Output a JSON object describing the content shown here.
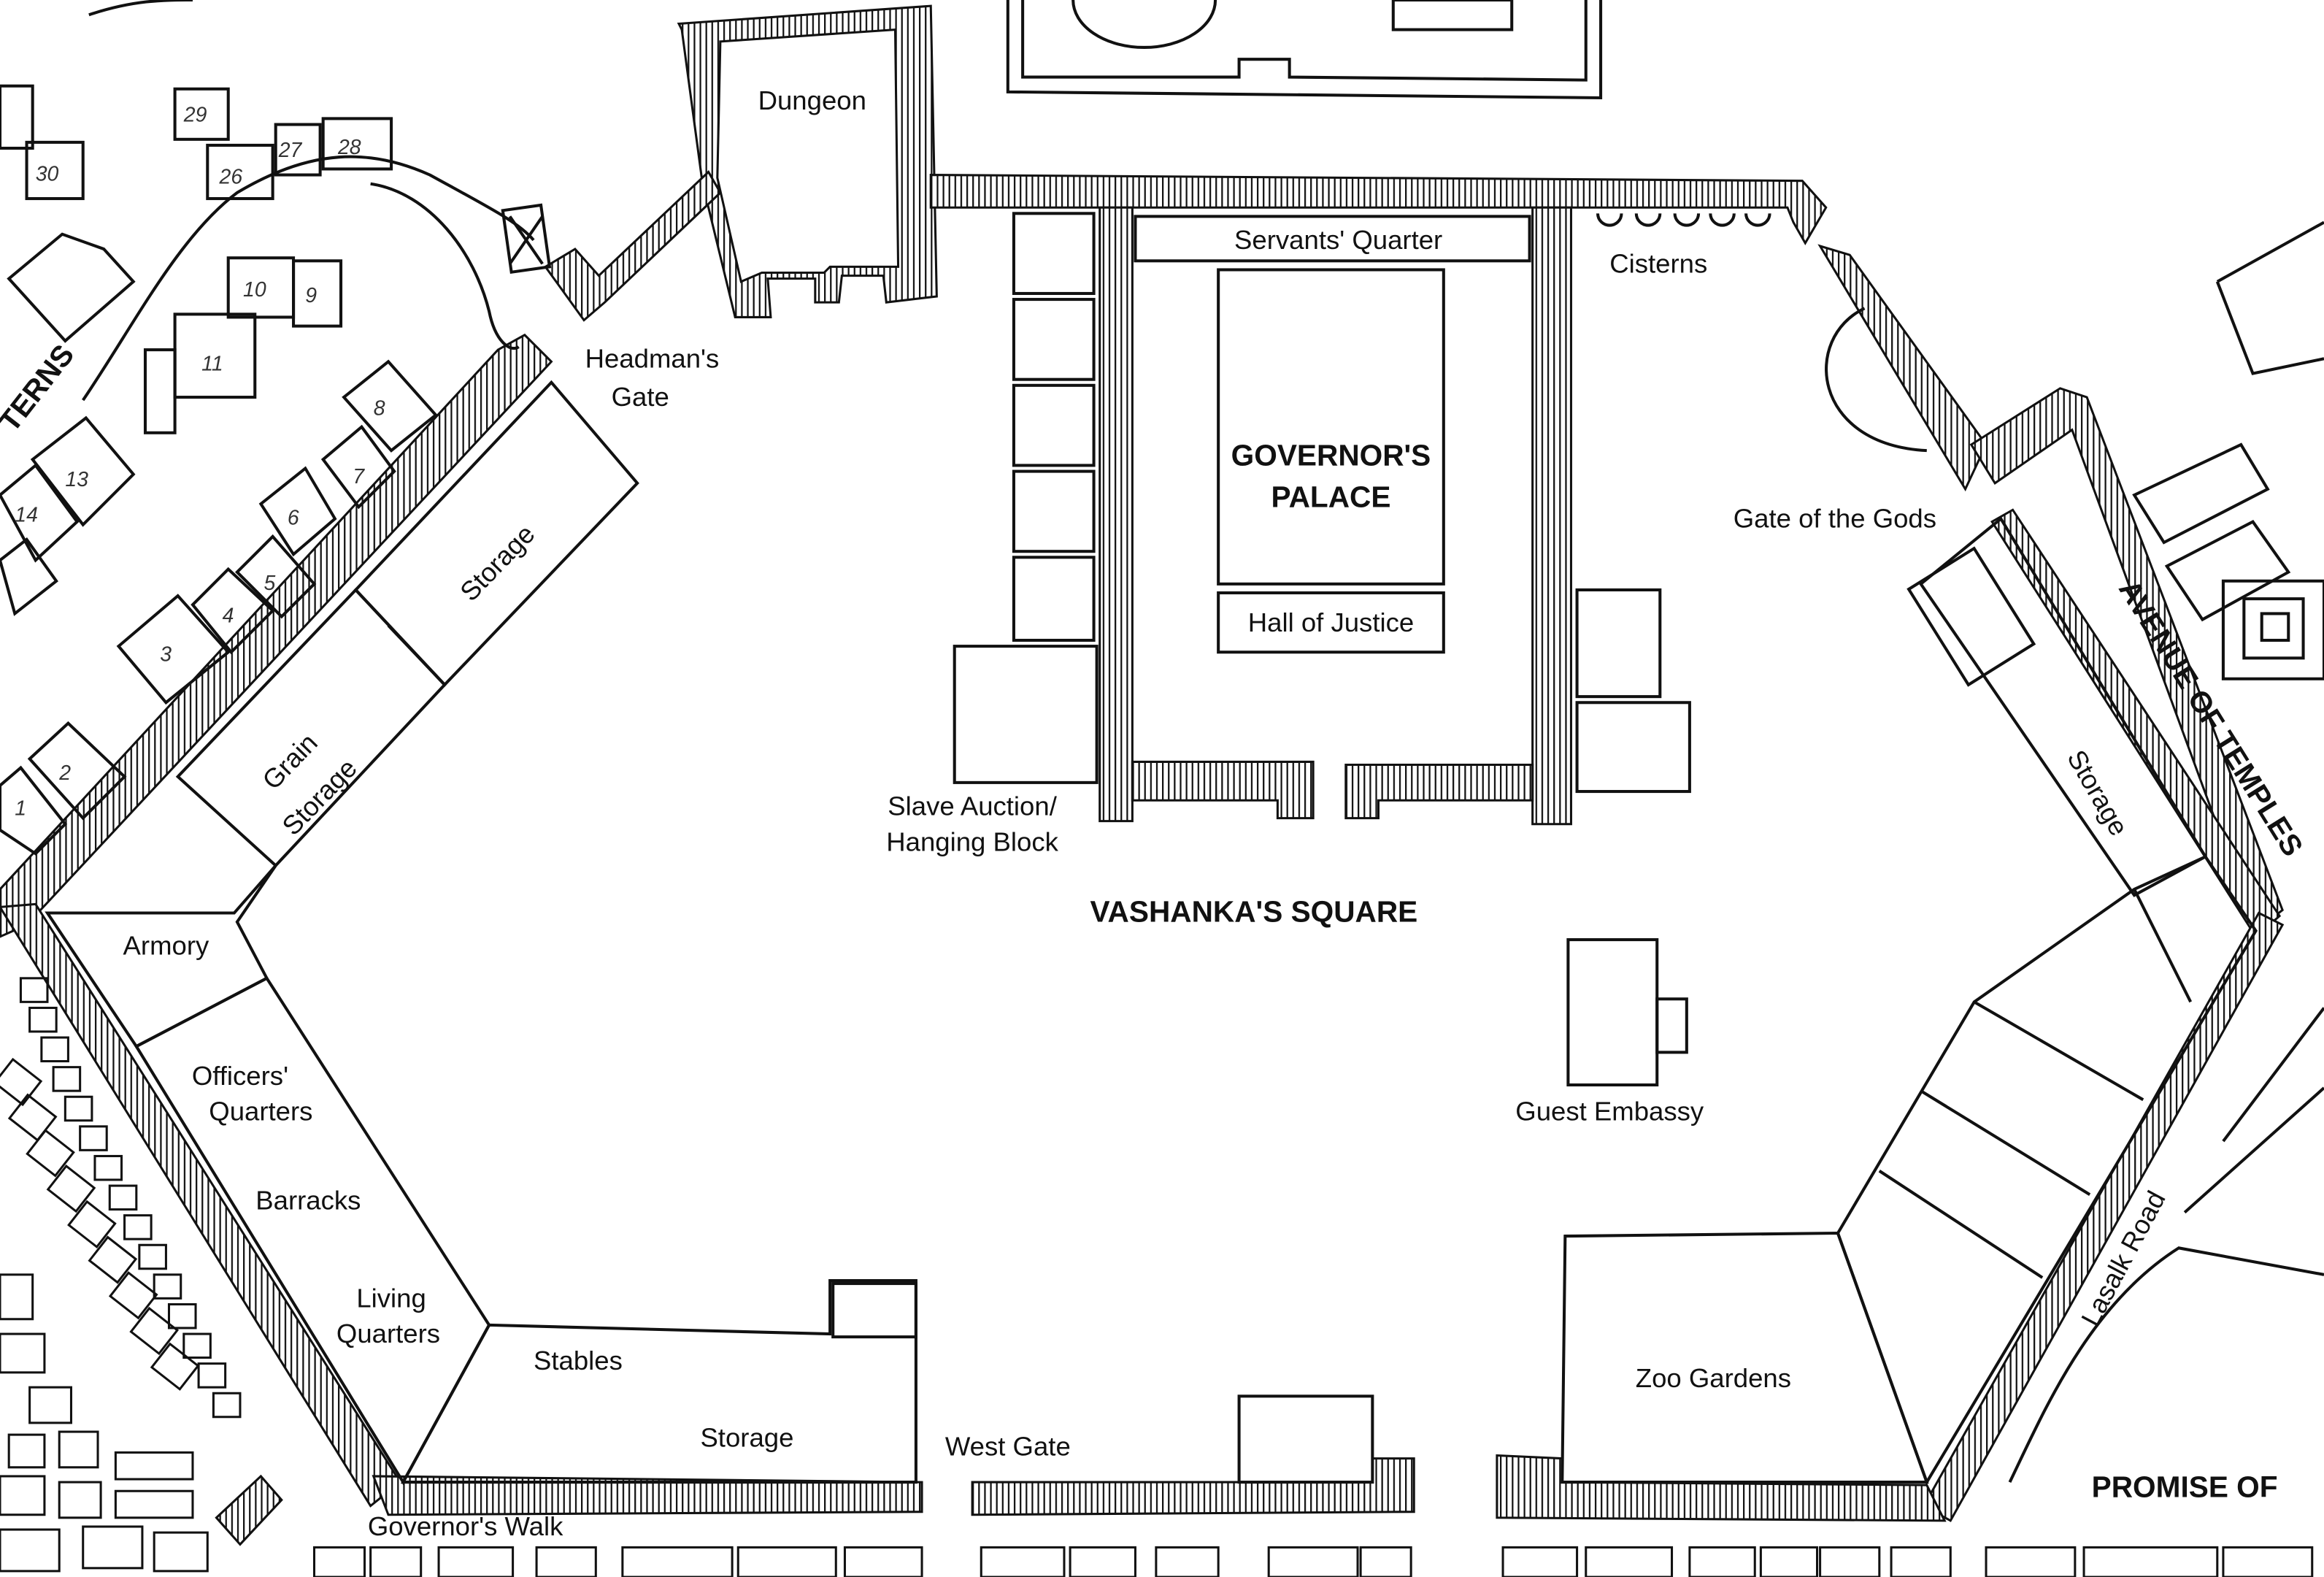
{
  "map": {
    "districts": {
      "vashankas_square": "VASHANKA'S SQUARE",
      "governors_palace_1": "GOVERNOR'S",
      "governors_palace_2": "PALACE",
      "avenue_of_temples": "AVENUE OF TEMPLES",
      "promise_of": "PROMISE OF",
      "terns_fragment": "TERNS"
    },
    "labels": {
      "dungeon": "Dungeon",
      "servants_quarter": "Servants' Quarter",
      "cisterns": "Cisterns",
      "headmans_gate_1": "Headman's",
      "headmans_gate_2": "Gate",
      "gate_of_the_gods": "Gate of the Gods",
      "hall_of_justice": "Hall of Justice",
      "storage_nw": "Storage",
      "grain_storage_1": "Grain",
      "grain_storage_2": "Storage",
      "storage_east": "Storage",
      "slave_auction_1": "Slave Auction/",
      "slave_auction_2": "Hanging Block",
      "armory": "Armory",
      "officers_quarters_1": "Officers'",
      "officers_quarters_2": "Quarters",
      "barracks": "Barracks",
      "living_quarters_1": "Living",
      "living_quarters_2": "Quarters",
      "stables": "Stables",
      "storage_south": "Storage",
      "west_gate": "West Gate",
      "guest_embassy": "Guest Embassy",
      "zoo_gardens": "Zoo Gardens",
      "lasalk_road": "Lasalk Road",
      "governors_walk": "Governor's Walk"
    },
    "building_numbers": [
      "29",
      "26",
      "27",
      "28",
      "30",
      "10",
      "9",
      "11",
      "8",
      "7",
      "6",
      "5",
      "4",
      "3",
      "2",
      "1",
      "13",
      "14"
    ]
  }
}
